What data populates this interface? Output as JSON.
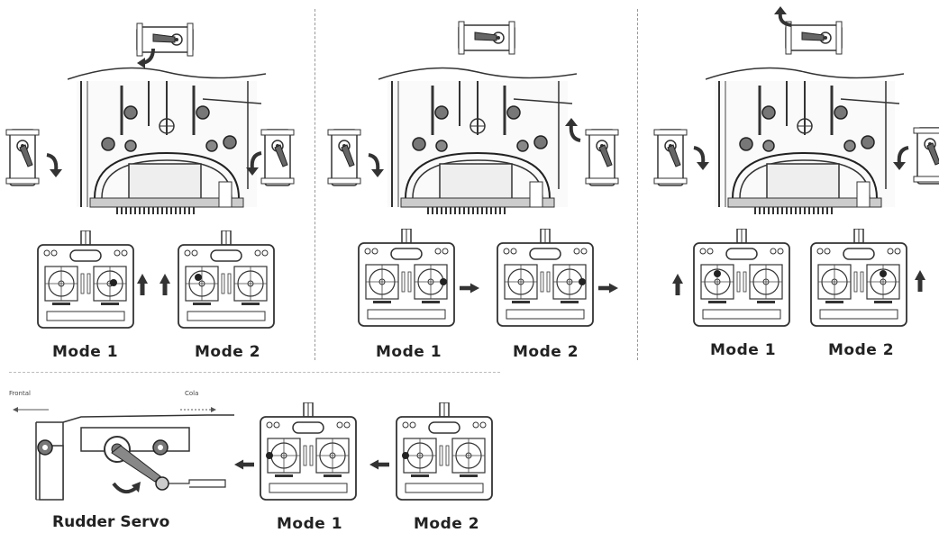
{
  "panels": [
    {
      "mode1_label": "Mode 1",
      "mode2_label": "Mode 2"
    },
    {
      "mode1_label": "Mode 1",
      "mode2_label": "Mode 2"
    },
    {
      "mode1_label": "Mode 1",
      "mode2_label": "Mode 2"
    }
  ],
  "bottom": {
    "frontal_label": "Frontal",
    "cola_label": "Cola",
    "rudder_label": "Rudder Servo",
    "mode1_label": "Mode 1",
    "mode2_label": "Mode 2"
  },
  "icons": [
    "helicopter-head-icon",
    "servo-icon",
    "transmitter-icon",
    "arrow-icon"
  ]
}
